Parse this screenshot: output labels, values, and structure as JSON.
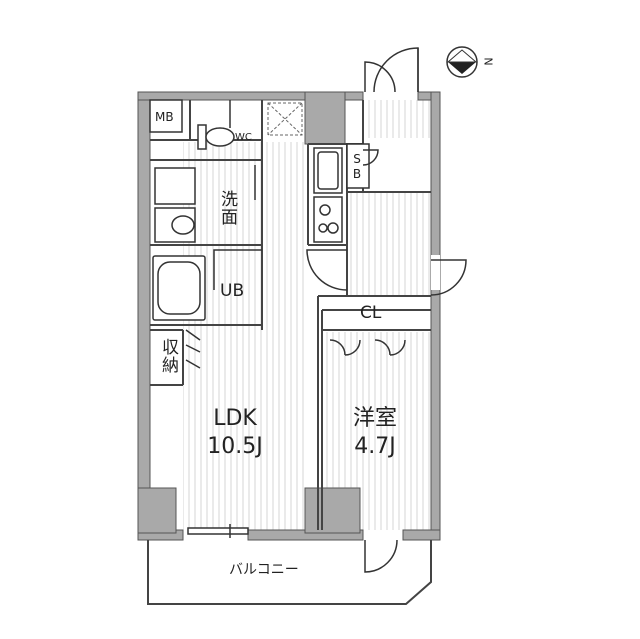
{
  "rooms": {
    "ldk_name": "LDK",
    "ldk_size": "10.5J",
    "western_name": "洋室",
    "western_size": "4.7J",
    "closet": "CL",
    "unit_bath": "UB",
    "washroom": "洗面",
    "storage": "収納",
    "shoe_box": "SB",
    "meter_box": "MB",
    "toilet": "WC",
    "balcony": "バルコニー"
  },
  "compass": {
    "letter": "N",
    "icon": "north-arrow-icon"
  },
  "colors": {
    "wall": "#a9a9a9",
    "floor_line": "#d8d8d8",
    "line": "#333333"
  }
}
